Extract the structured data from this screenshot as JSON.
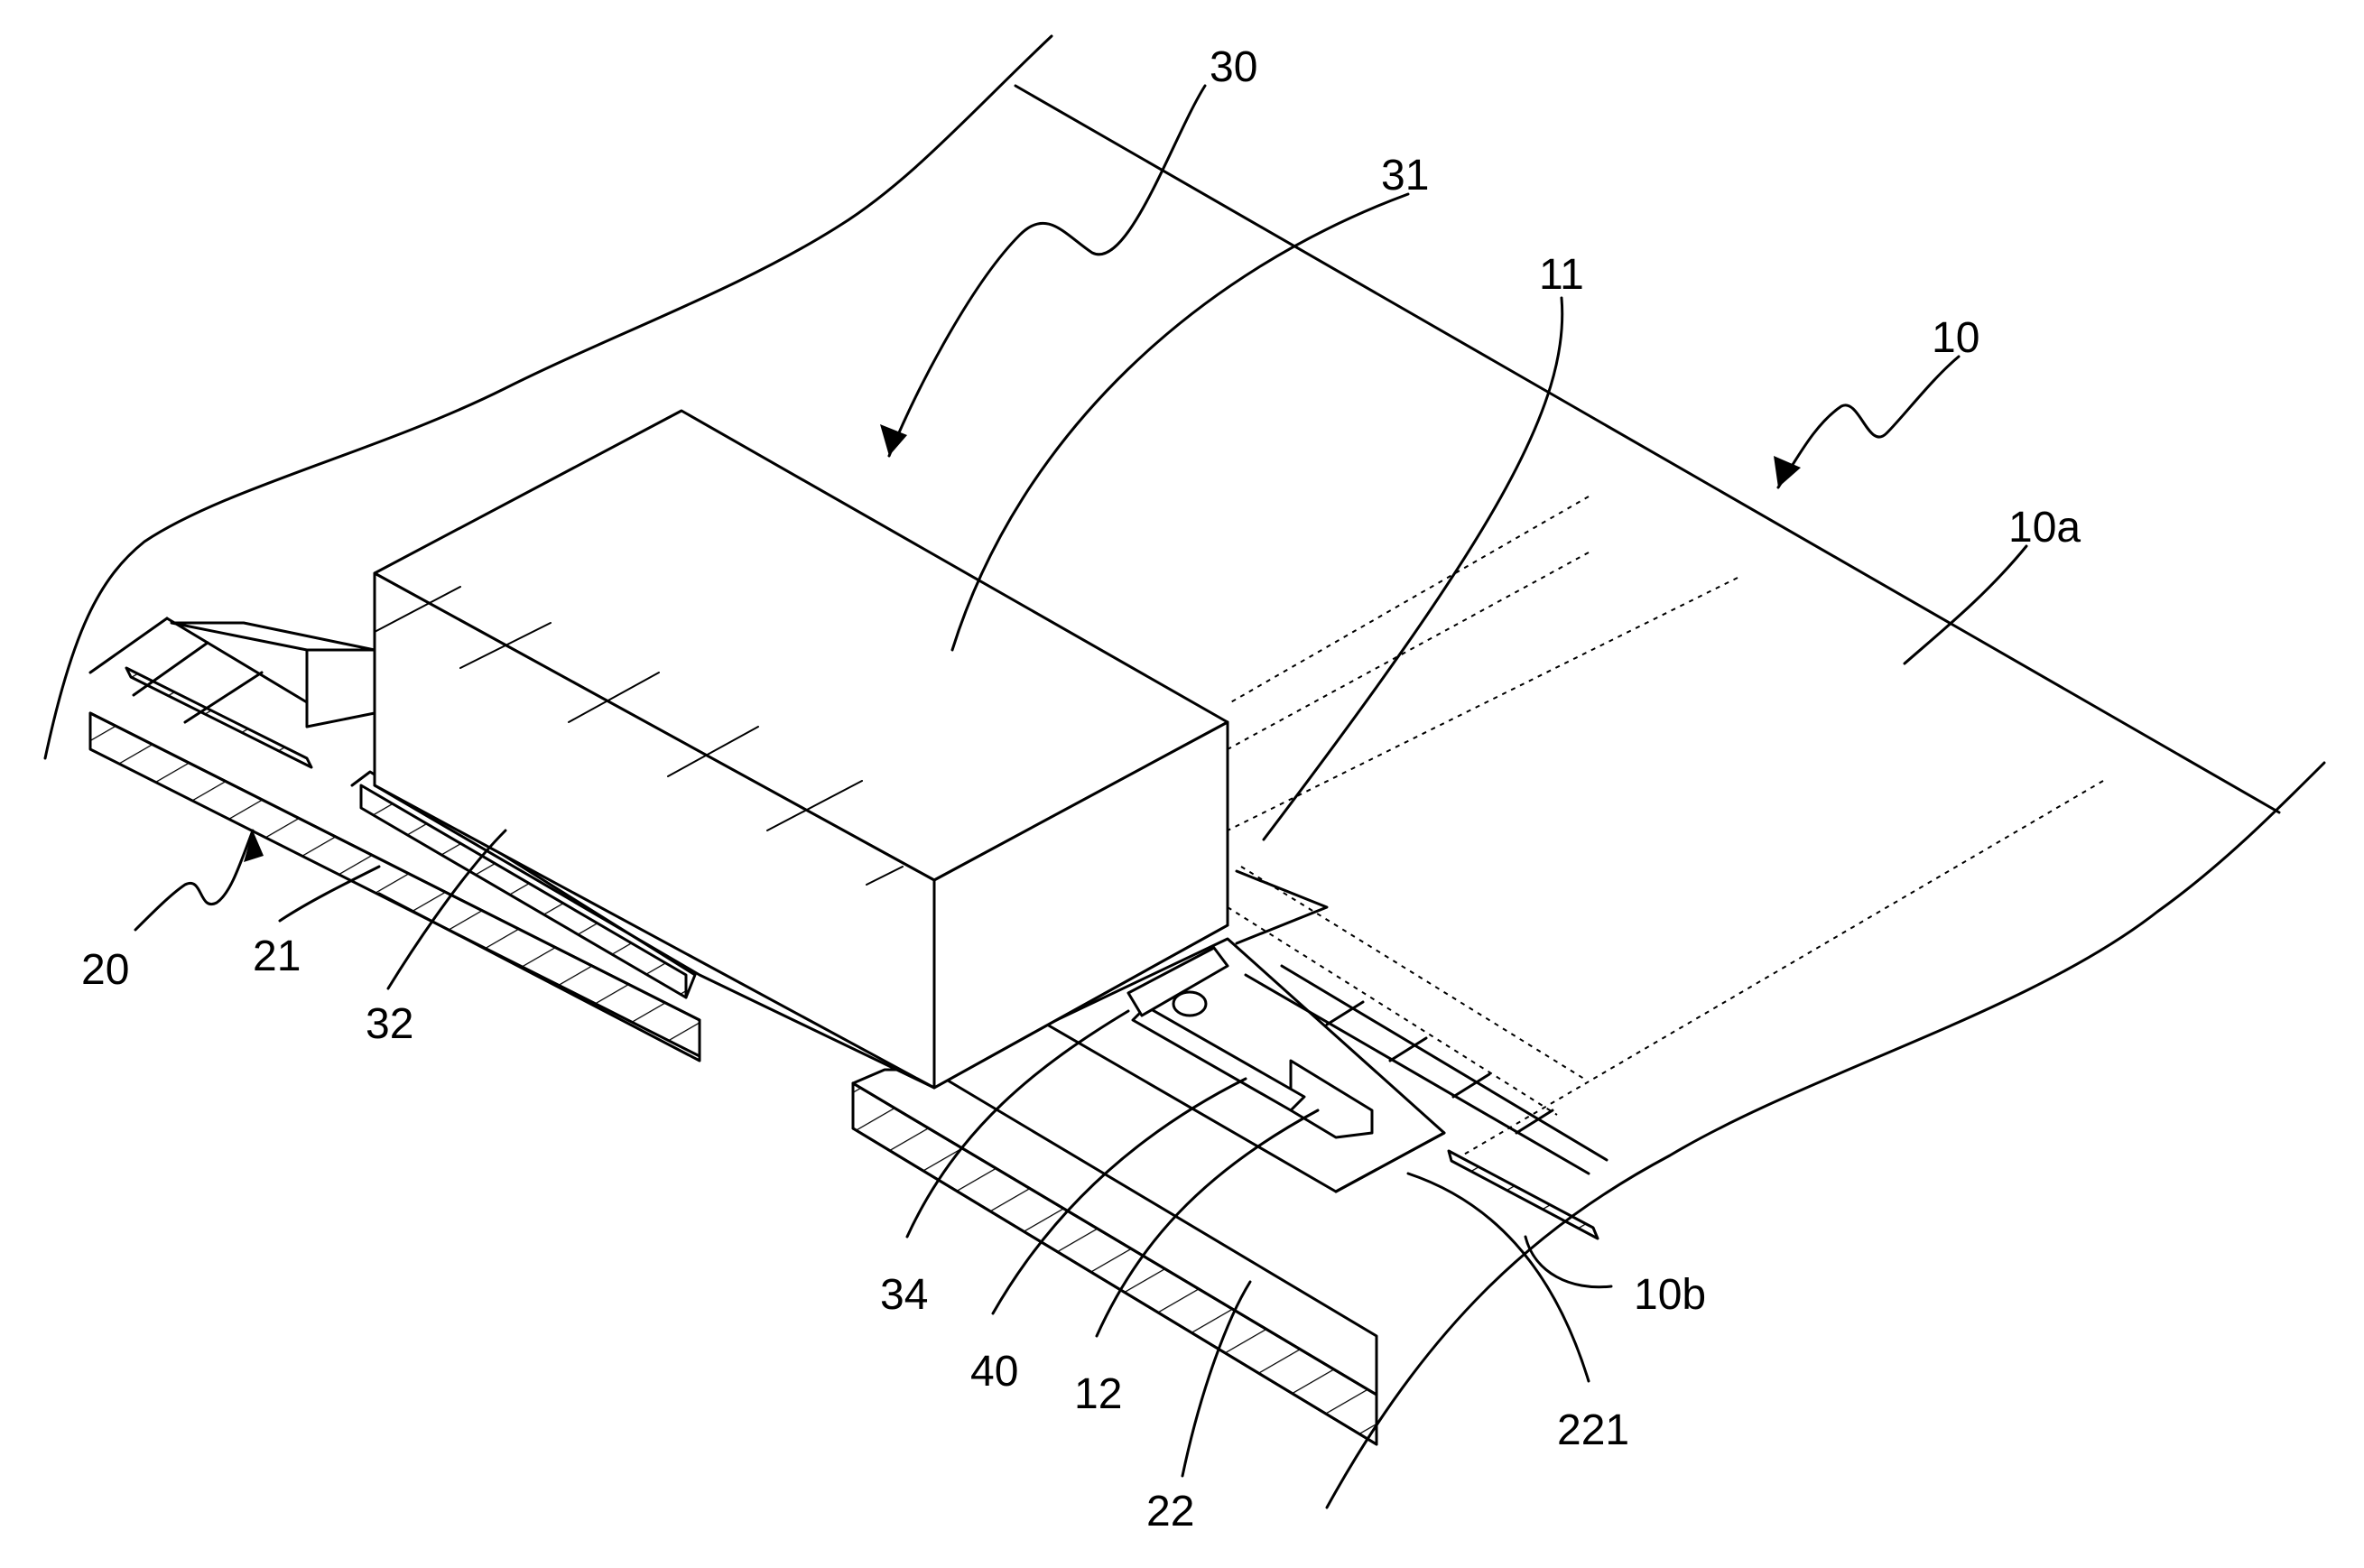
{
  "labels": {
    "l30": "30",
    "l31": "31",
    "l11": "11",
    "l10": "10",
    "l10a": "10a",
    "l20": "20",
    "l21": "21",
    "l32": "32",
    "l34": "34",
    "l40": "40",
    "l12": "12",
    "l22": "22",
    "l221": "221",
    "l10b": "10b"
  }
}
